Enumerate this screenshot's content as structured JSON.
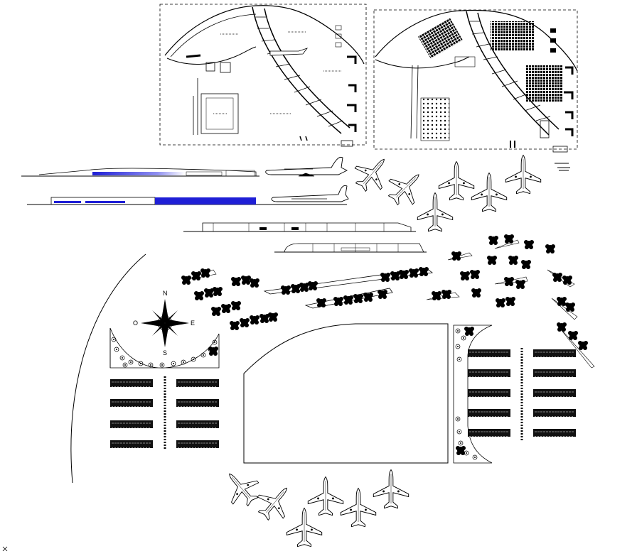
{
  "drawing": {
    "compass": {
      "north": "N",
      "south": "S",
      "east": "E",
      "west": "O"
    },
    "colors": {
      "line": "#000000",
      "accent_blue": "#1f1fd6",
      "fill_dark": "#111111",
      "background": "#ffffff"
    },
    "layers": [
      "floor-plan-upper-level",
      "floor-plan-lower-level",
      "elevation-front",
      "elevation-rear",
      "section-long",
      "section-short",
      "apron-aircraft-upper",
      "apron-aircraft-lower",
      "parking-lots",
      "landscaping-trees",
      "site-boundary-arc",
      "central-plaza"
    ],
    "icons": [
      "aircraft-icon",
      "tree-icon",
      "compass-rose-icon",
      "parked-cars-icon"
    ]
  }
}
